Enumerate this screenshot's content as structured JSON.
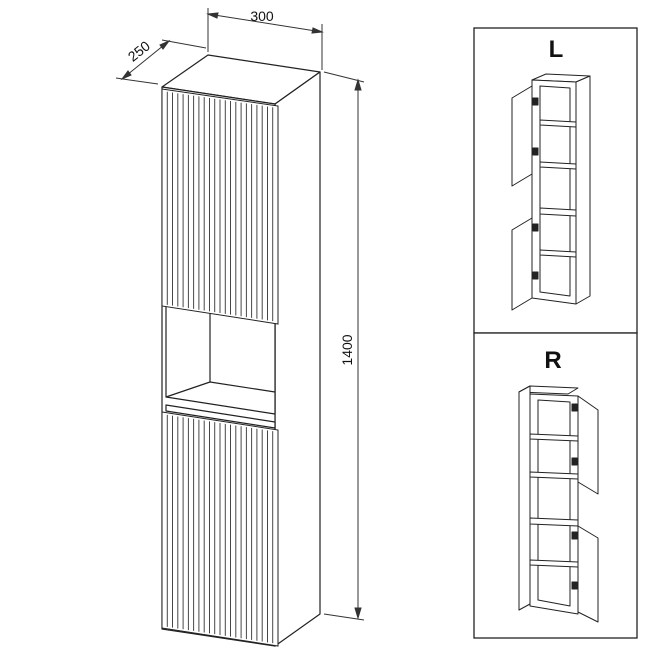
{
  "dimensions": {
    "width": "300",
    "depth": "250",
    "height": "1400"
  },
  "variants": [
    {
      "label": "L",
      "hinge": "left"
    },
    {
      "label": "R",
      "hinge": "right"
    }
  ],
  "colors": {
    "line": "#222222",
    "dimension_line": "#333333",
    "background": "#ffffff"
  }
}
